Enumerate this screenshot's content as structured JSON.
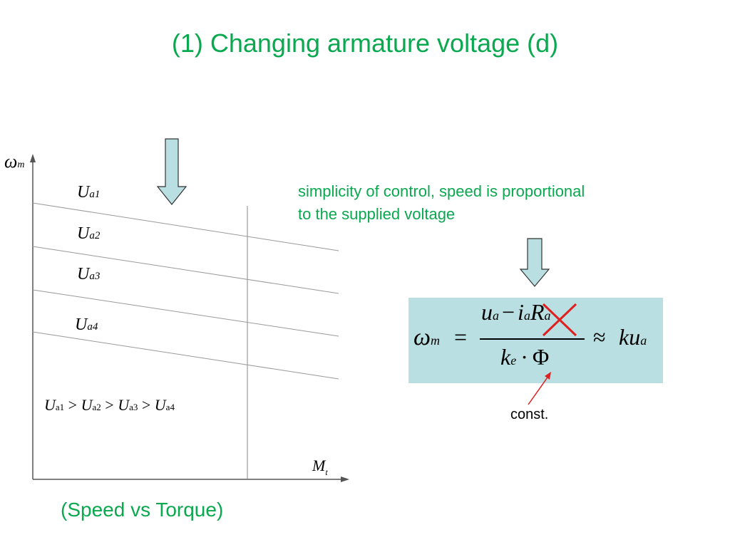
{
  "title": "(1) Changing  armature voltage (d)",
  "note": {
    "line1": "simplicity of control, speed is  proportional",
    "line2": "to the  supplied voltage"
  },
  "caption": "(Speed vs Torque)",
  "const_label": "const.",
  "axes": {
    "y_symbol": "ω",
    "y_sub": "m",
    "x_symbol": "M",
    "x_sub": "t"
  },
  "curves": [
    {
      "symbol": "U",
      "sub": "a1"
    },
    {
      "symbol": "U",
      "sub": "a2"
    },
    {
      "symbol": "U",
      "sub": "a3"
    },
    {
      "symbol": "U",
      "sub": "a4"
    }
  ],
  "inequality": {
    "terms": [
      "a1",
      "a2",
      "a3",
      "a4"
    ],
    "symbol": "U",
    "relation": ">"
  },
  "formula": {
    "lhs_symbol": "ω",
    "lhs_sub": "m",
    "equals": "=",
    "num_u": "u",
    "num_u_sub": "a",
    "minus": "−",
    "num_i": "i",
    "num_i_sub": "a",
    "num_R": "R",
    "num_R_sub": "a",
    "den_k": "k",
    "den_k_sub": "e",
    "dot": "·",
    "den_phi": "Φ",
    "approx": "≈",
    "rhs": "ku",
    "rhs_sub": "a"
  },
  "colors": {
    "green": "#0aa84f",
    "box": "#b9dfe2",
    "arrow_fill": "#b9dfe2",
    "cross": "#e02020"
  }
}
